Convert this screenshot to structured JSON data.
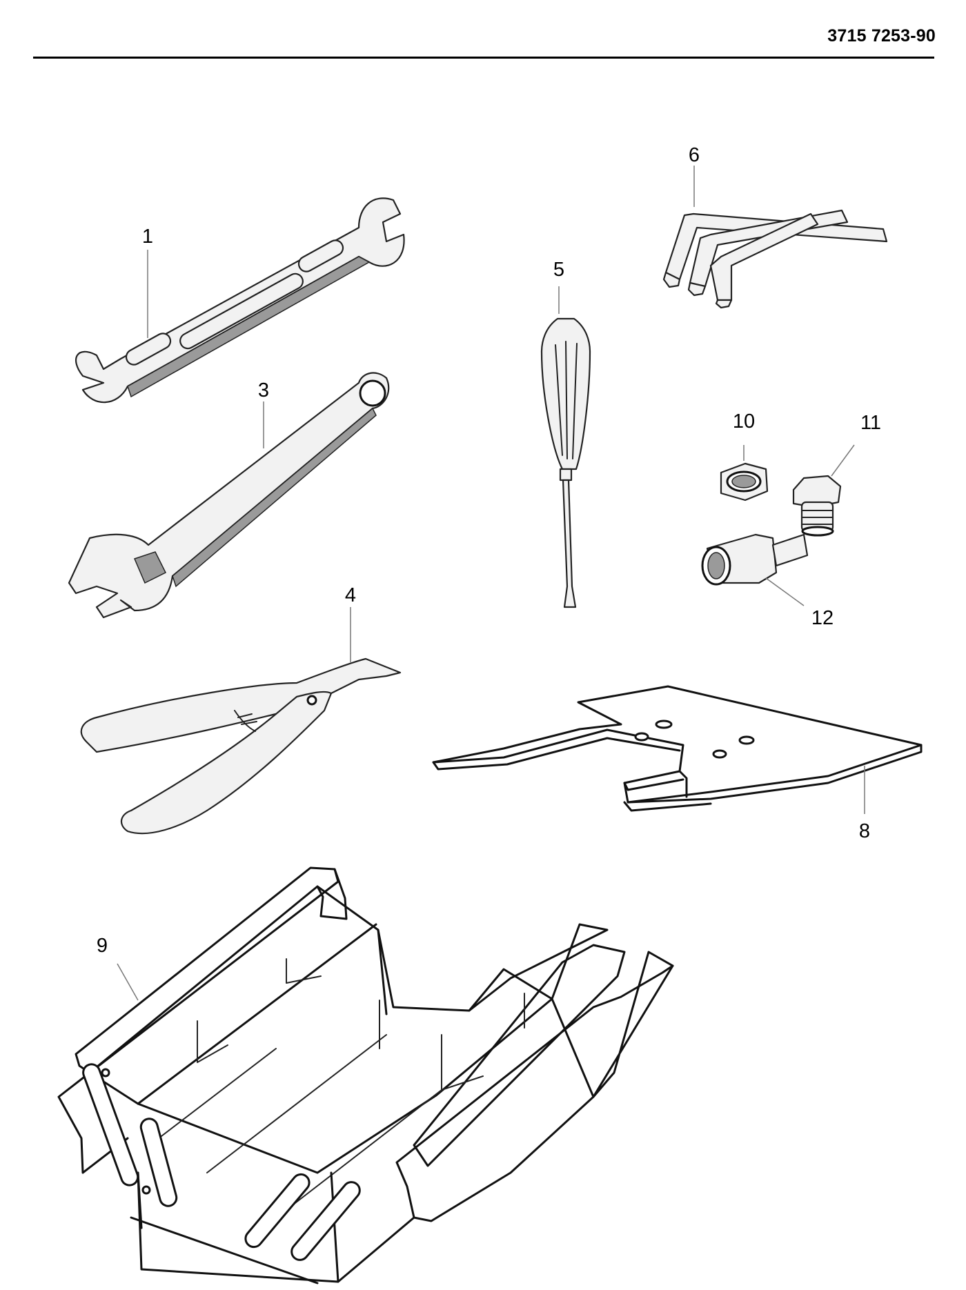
{
  "header": {
    "document_code": "3715 7253-90"
  },
  "callouts": {
    "item_1": "1",
    "item_3": "3",
    "item_4": "4",
    "item_5": "5",
    "item_6": "6",
    "item_8": "8",
    "item_9": "9",
    "item_10": "10",
    "item_11": "11",
    "item_12": "12"
  }
}
